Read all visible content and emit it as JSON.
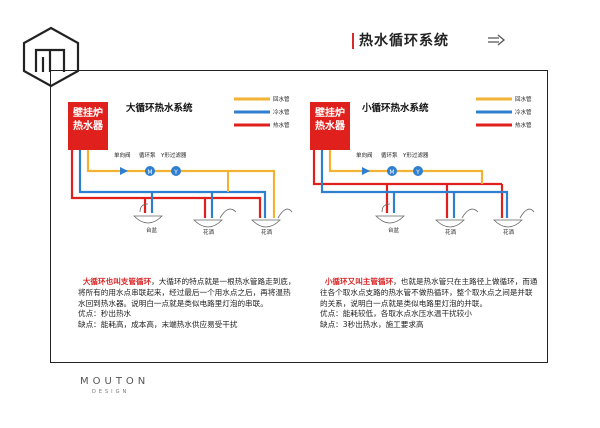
{
  "header": {
    "title": "热水循环系统"
  },
  "brand": {
    "name": "MOUTON",
    "sub": "DESIGN"
  },
  "legend": {
    "return": "回水管",
    "cold": "冷水管",
    "hot": "热水管"
  },
  "colors": {
    "hot": "#e0201c",
    "cold": "#2f7fd1",
    "return": "#f2b233",
    "boiler": "#e0201c",
    "accent": "#d92a2a"
  },
  "big": {
    "title": "大循环热水系统",
    "boiler": [
      "壁挂炉",
      "热水器"
    ],
    "components": [
      "单向阀",
      "循环泵",
      "Y形过滤器"
    ],
    "fixtures": [
      "台盆",
      "花洒",
      "花洒"
    ],
    "desc_highlight": "大循环也叫支管循环",
    "desc_rest": "，大循环的特点就是一根热水管路走到底，将所有的用水点串联起来，经过最后一个用水点之后，再将温热水回到热水器。说明白一点就是类似电路里灯泡的串联。",
    "pros": "优点：秒出热水",
    "cons": "缺点：能耗高，成本高，末端热水供应易受干扰"
  },
  "small": {
    "title": "小循环热水系统",
    "boiler": [
      "壁挂炉",
      "热水器"
    ],
    "components": [
      "单向阀",
      "循环泵",
      "Y形过滤器"
    ],
    "fixtures": [
      "台盆",
      "花洒",
      "花洒"
    ],
    "desc_highlight": "小循环又叫主管循环",
    "desc_rest": "，也就是热水管只在主路径上做循环，而通往各个取水点支路的热水管不做热循环，整个取水点之间是并联的关系，说明白一点就是类似电路里灯泡的并联。",
    "pros": "优点：能耗较低，各取水点水压水温干扰较小",
    "cons": "缺点：3秒出热水，施工要求高"
  }
}
